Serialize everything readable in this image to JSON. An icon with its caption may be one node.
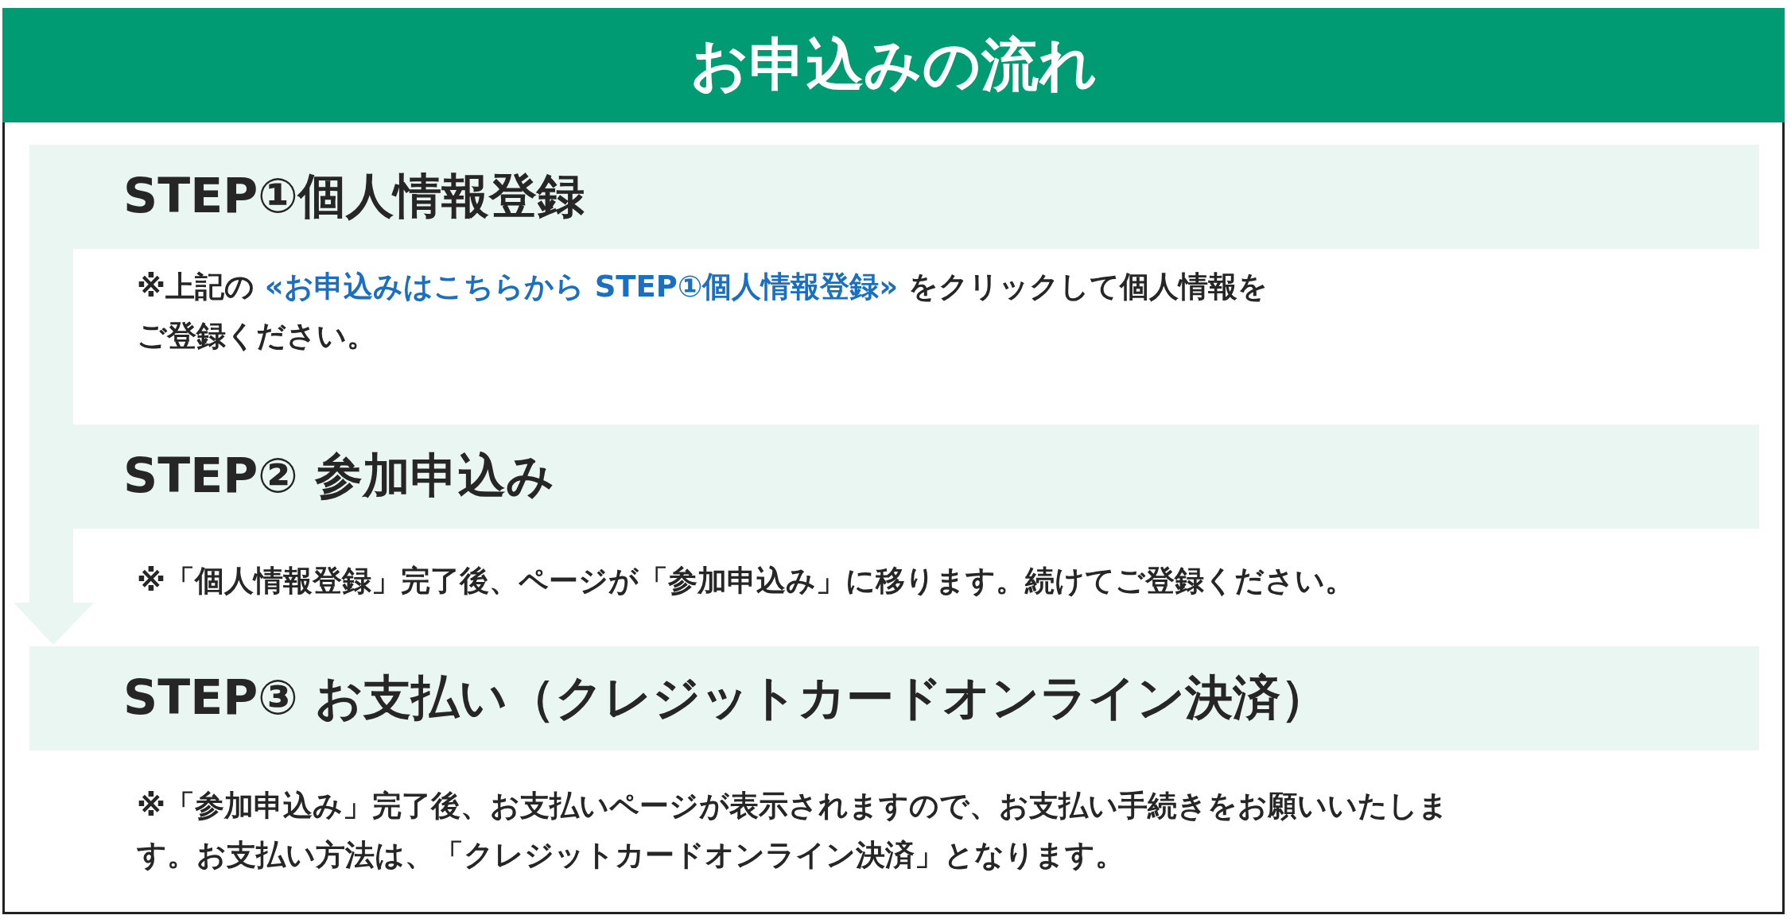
{
  "diagram": {
    "title": "お申込みの流れ",
    "nodes": [
      {
        "text": [
          "STEP①個人情報登録"
        ]
      },
      {
        "text": [
          "STEP② 参加申込み"
        ]
      },
      {
        "text": [
          "STEP③ お支払い（クレジットカードオンライン決済）"
        ]
      }
    ],
    "edges": [
      {
        "from": 0,
        "to": 2,
        "arrow": "to"
      }
    ],
    "labels": [
      "※上記の **«お申込みはこちらから STEP①個人情報登録»** をクリックして個人情報をご登録ください。",
      "※「個人情報登録」完了後、ページが「参加申込み」に移ります。続けてご登録ください。",
      "※「参加申込み」完了後、お支払いページが表示されますので、お支払い手続きをお願いいたします。お支払い方法は、「クレジットカードオンライン決済」となります。"
    ]
  }
}
